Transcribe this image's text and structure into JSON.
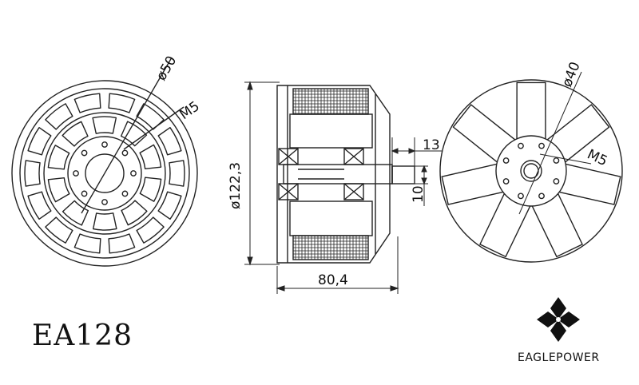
{
  "title": "EA128",
  "brand": {
    "name": "EAGLEPOWER",
    "logo": "eaglepower-diamond-logo"
  },
  "front_view": {
    "bolt_circle_label": "ø50",
    "thread_label": "M5"
  },
  "side_view": {
    "diameter_label": "ø122,3",
    "length_label": "80,4",
    "shaft_length_label": "13",
    "shaft_diameter_label": "10"
  },
  "rear_view": {
    "bolt_circle_label": "ø40",
    "thread_label": "M5"
  }
}
